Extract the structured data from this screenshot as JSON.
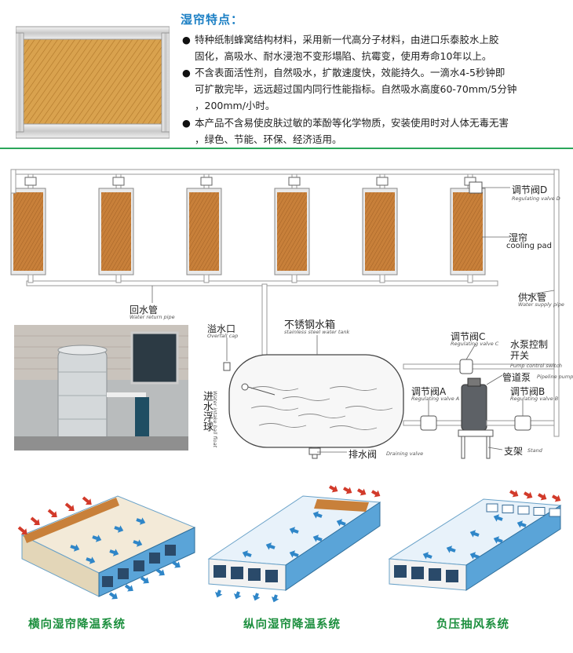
{
  "header": {
    "title": "湿帘特点：",
    "features": [
      [
        "特种纸制蜂窝结构材料，采用新一代高分子材料，由进口乐泰胶水上胶",
        "固化，高吸水、耐水浸泡不变形塌陷、抗霉变，使用寿命10年以上。"
      ],
      [
        "不含表面活性剂，自然吸水，扩散速度快，效能持久。一滴水4-5秒钟即",
        "可扩散完毕，远远超过国内同行性能指标。自然吸水高度60-70mm/5分钟",
        "，200mm/小时。"
      ],
      [
        "本产品不含易使皮肤过敏的苯酚等化学物质，安装使用时对人体无毒无害",
        "，绿色、节能、环保、经济适用。"
      ]
    ]
  },
  "diagram": {
    "labels": {
      "valve_d": "调节阀D",
      "valve_d_en": "Regulating valve D",
      "cooling_pad": "湿帘",
      "cooling_pad_en": "cooling pad",
      "return_pipe": "回水管",
      "return_pipe_en": "Water return pipe",
      "supply_pipe": "供水管",
      "supply_pipe_en": "Water supply pipe",
      "overflow": "溢水口",
      "overflow_en": "Overfall cap",
      "tank": "不锈钢水箱",
      "tank_en": "stainless steel water tank",
      "float_ball": "进水浮球",
      "float_ball_en": "Water intake ball float",
      "valve_c": "调节阀C",
      "valve_c_en": "Regulating valve C",
      "pump_switch": "水泵控制开关",
      "pump_switch_en": "Pump control switch",
      "pipeline_pump": "管道泵",
      "pipeline_pump_en": "Pipeline pump",
      "valve_a": "调节阀A",
      "valve_a_en": "Regulating valve A",
      "valve_b": "调节阀B",
      "valve_b_en": "Regulating valve B",
      "drain": "排水阀",
      "drain_en": "Draining valve",
      "stand": "支架",
      "stand_en": "Stand"
    }
  },
  "systems": {
    "captions": [
      "横向湿帘降温系统",
      "纵向湿帘降温系统",
      "负压抽风系统"
    ]
  },
  "colors": {
    "title_blue": "#1b7fc4",
    "caption_green": "#1c8f3e",
    "pad_orange": "#c8803a",
    "arrow_blue": "#2f86c8",
    "arrow_red": "#d23a2a"
  }
}
